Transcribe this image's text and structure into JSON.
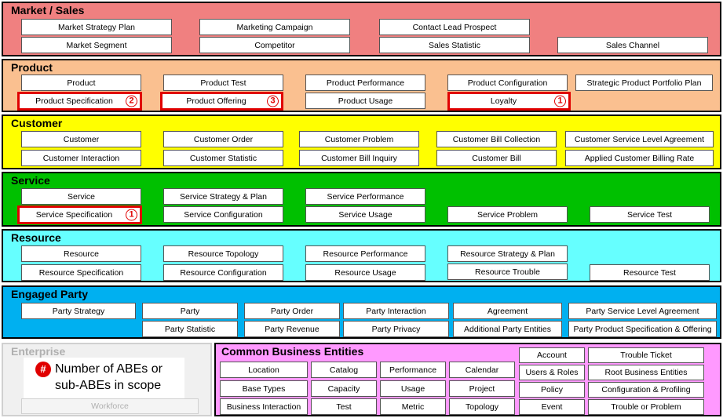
{
  "panels": {
    "market": {
      "title": "Market / Sales",
      "boxes": [
        "Market Strategy Plan",
        "Marketing Campaign",
        "Contact Lead Prospect",
        "Market Segment",
        "Competitor",
        "Sales Statistic",
        "Sales Channel"
      ]
    },
    "product": {
      "title": "Product",
      "boxes": [
        "Product",
        "Product Test",
        "Product Performance",
        "Product Configuration",
        "Strategic Product Portfolio Plan",
        "Product Specification",
        "Product Offering",
        "Product Usage",
        "Loyalty"
      ],
      "badges": [
        "2",
        "3",
        "1"
      ]
    },
    "customer": {
      "title": "Customer",
      "boxes": [
        "Customer",
        "Customer Order",
        "Customer Problem",
        "Customer Bill Collection",
        "Customer Service Level Agreement",
        "Customer Interaction",
        "Customer Statistic",
        "Customer Bill Inquiry",
        "Customer Bill",
        "Applied Customer Billing Rate"
      ]
    },
    "service": {
      "title": "Service",
      "boxes": [
        "Service",
        "Service Strategy & Plan",
        "Service Performance",
        "Service Specification",
        "Service Configuration",
        "Service Usage",
        "Service Problem",
        "Service Test"
      ],
      "badges": [
        "1"
      ]
    },
    "resource": {
      "title": "Resource",
      "boxes": [
        "Resource",
        "Resource Topology",
        "Resource Performance",
        "Resource Strategy & Plan",
        "Resource Specification",
        "Resource Configuration",
        "Resource Usage",
        "Resource Trouble",
        "Resource Test"
      ]
    },
    "party": {
      "title": "Engaged Party",
      "boxes": [
        "Party Strategy",
        "Party",
        "Party Order",
        "Party Interaction",
        "Agreement",
        "Party Service Level Agreement",
        "Party Statistic",
        "Party Revenue",
        "Party Privacy",
        "Additional Party Entities",
        "Party Product Specification & Offering"
      ]
    },
    "enterprise": {
      "title": "Enterprise",
      "boxes": [
        "Workforce"
      ]
    },
    "cbe": {
      "title": "Common Business Entities",
      "boxes": [
        "Location",
        "Catalog",
        "Performance",
        "Calendar",
        "Base Types",
        "Capacity",
        "Usage",
        "Project",
        "Business Interaction",
        "Test",
        "Metric",
        "Topology",
        "Account",
        "Trouble Ticket",
        "Users & Roles",
        "Root Business Entities",
        "Policy",
        "Configuration & Profiling",
        "Event",
        "Trouble or Problem"
      ]
    }
  },
  "legend": {
    "symbol": "#",
    "text_line1": "Number of ABEs or",
    "text_line2": "sub-ABEs in scope"
  },
  "colors": {
    "market": "#f08080",
    "product": "#fac090",
    "customer": "#ffff00",
    "service": "#00c000",
    "resource": "#66ffff",
    "party": "#00b0f0",
    "enterprise": "#d9d9d9",
    "cbe": "#ff99ff",
    "highlight": "#e00000"
  }
}
